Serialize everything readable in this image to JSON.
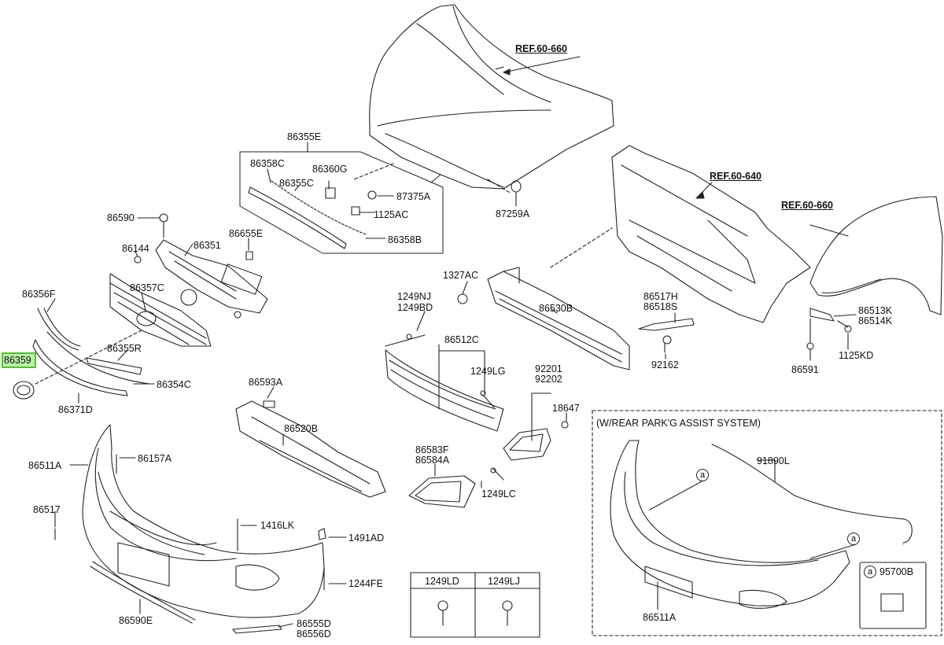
{
  "refs": {
    "hood": "REF.60-660",
    "carrier": "REF.60-640",
    "fender": "REF.60-660"
  },
  "labels": {
    "p86355E": "86355E",
    "p86358C": "86358C",
    "p86360G": "86360G",
    "p86355C": "86355C",
    "p87375A": "87375A",
    "p1125AC": "1125AC",
    "p86358B": "86358B",
    "p87259A": "87259A",
    "p86590": "86590",
    "p86351": "86351",
    "p86655E": "86655E",
    "p86144": "86144",
    "p86357C": "86357C",
    "p86356F": "86356F",
    "p86359": "86359",
    "p86355R": "86355R",
    "p86354C": "86354C",
    "p86371D": "86371D",
    "p1327AC": "1327AC",
    "p1249NJ": "1249NJ",
    "p1249BD": "1249BD",
    "p86530B": "86530B",
    "p86517H": "86517H",
    "p86518S": "86518S",
    "p92162": "92162",
    "p86513K": "86513K",
    "p86514K": "86514K",
    "p1125KD": "1125KD",
    "p86591": "86591",
    "p86512C": "86512C",
    "p1249LG": "1249LG",
    "p92201": "92201",
    "p92202": "92202",
    "p18647": "18647",
    "p86593A": "86593A",
    "p86520B": "86520B",
    "p86583F": "86583F",
    "p86584A": "86584A",
    "p1249LC": "1249LC",
    "p86511A": "86511A",
    "p86157A": "86157A",
    "p86517": "86517",
    "p1416LK": "1416LK",
    "p1491AD": "1491AD",
    "p1244FE": "1244FE",
    "p86590E": "86590E",
    "p86555D": "86555D",
    "p86556D": "86556D",
    "p91890L": "91890L",
    "p86511A_b": "86511A",
    "p95700B": "95700B"
  },
  "inset": {
    "title": "(W/REAR PARK'G ASSIST SYSTEM)",
    "marker": "a"
  },
  "bolt_table": {
    "col1": "1249LD",
    "col2": "1249LJ"
  },
  "highlighted_part": "86359",
  "colors": {
    "highlight_fill": "#b7f0a6",
    "highlight_border": "#55c12e",
    "line": "#222222"
  }
}
